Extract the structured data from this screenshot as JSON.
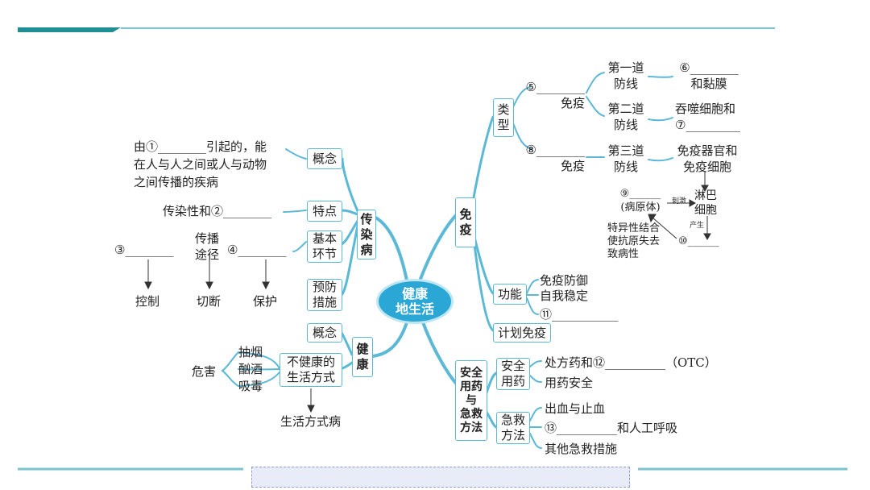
{
  "center": "健康\n地生活",
  "infectious": {
    "root": "传\n染\n病",
    "concept": {
      "label": "概念",
      "text": [
        "由①________引起的，能",
        "在人与人之间或人与动物",
        "之间传播的疾病"
      ]
    },
    "feature": {
      "label": "特点",
      "text": "传染性和②________"
    },
    "links": {
      "label": "基本\n环节",
      "source": "③________",
      "route": "传播\n途径",
      "host": "④________"
    },
    "prevent": {
      "label": "预防\n措施",
      "actions": [
        "控制",
        "切断",
        "保护"
      ]
    }
  },
  "health": {
    "root": "健\n康",
    "concept": "概念",
    "unhealthy": "不健康的\n生活方式",
    "harm": "危害",
    "items": [
      "抽烟",
      "酗酒",
      "吸毒"
    ],
    "disease": "生活方式病"
  },
  "immunity": {
    "root": "免\n疫",
    "type": "类\n型",
    "nonspecific": "⑤________\n免疫",
    "specific": "⑧________\n免疫",
    "line1": "第一道\n防线",
    "line1_detail": "⑥________\n和黏膜",
    "line2": "第二道\n防线",
    "line2_detail": "吞噬细胞和\n⑦_________",
    "line3": "第三道\n防线",
    "line3_detail": "免疫器官和\n免疫细胞",
    "antigen": "⑨______\n(病原体)",
    "stimulate": "刺激",
    "lymph": "淋巴\n细胞",
    "produce": "产生",
    "antibody": "⑩______",
    "specific_text": "特异性结合\n使抗原失去\n致病性",
    "function": "功能",
    "func1": "免疫防御",
    "func2": "自我稳定",
    "func3": "⑪___________",
    "plan": "计划免疫"
  },
  "safety": {
    "root": "安全\n用药\n与\n急救\n方法",
    "safe": "安全\n用药",
    "safe1": "处方药和⑫__________（OTC）",
    "safe2": "用药安全",
    "first_aid": "急救\n方法",
    "aid1": "出血与止血",
    "aid2": "⑬__________和人工呼吸",
    "aid3": "其他急救措施"
  },
  "colors": {
    "accent": "#2aa7d5",
    "line": "#5bb8d6",
    "header": "#1f8f96"
  }
}
